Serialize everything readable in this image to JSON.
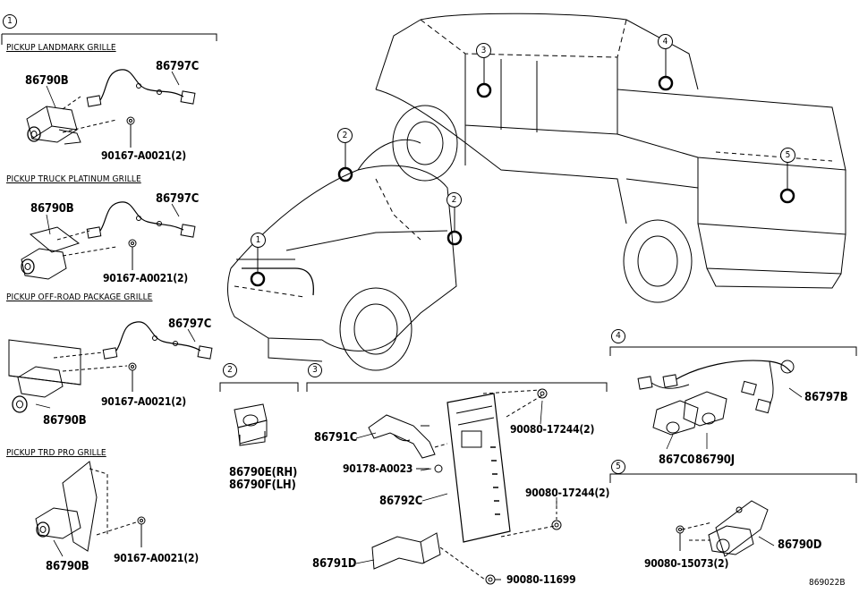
{
  "groups": {
    "g1": "1",
    "g2": "2",
    "g3": "3",
    "g4": "4",
    "g5": "5"
  },
  "truck_callouts": [
    "1",
    "2",
    "2",
    "3",
    "4",
    "5"
  ],
  "headings": {
    "landmark": "PICKUP LANDMARK GRILLE",
    "platinum": "PICKUP TRUCK PLATINUM GRILLE",
    "offroad": "PICKUP OFF-ROAD PACKAGE GRILLE",
    "trdpro": "PICKUP TRD PRO GRILLE"
  },
  "parts": {
    "landmark_camera": "86790B",
    "landmark_harness": "86797C",
    "landmark_screw": "90167-A0021(2)",
    "platinum_camera": "86790B",
    "platinum_harness": "86797C",
    "platinum_screw": "90167-A0021(2)",
    "offroad_harness": "86797C",
    "offroad_screw": "90167-A0021(2)",
    "offroad_camera": "86790B",
    "trd_camera": "86790B",
    "trd_screw": "90167-A0021(2)",
    "mirror_camera_rh": "86790E(RH)",
    "mirror_camera_lh": "86790F(LH)",
    "bracket_upper": "86791C",
    "clip": "90178-A0023",
    "module": "86792C",
    "nut_top": "90080-17244(2)",
    "nut_side": "90080-17244(2)",
    "bracket_lower": "86791D",
    "bolt": "90080-11699",
    "g4_harness": "86797B",
    "g4_part_a": "867C0",
    "g4_camera": "86790J",
    "g5_screw": "90080-15073(2)",
    "g5_camera": "86790D"
  },
  "figure_id": "869022B"
}
